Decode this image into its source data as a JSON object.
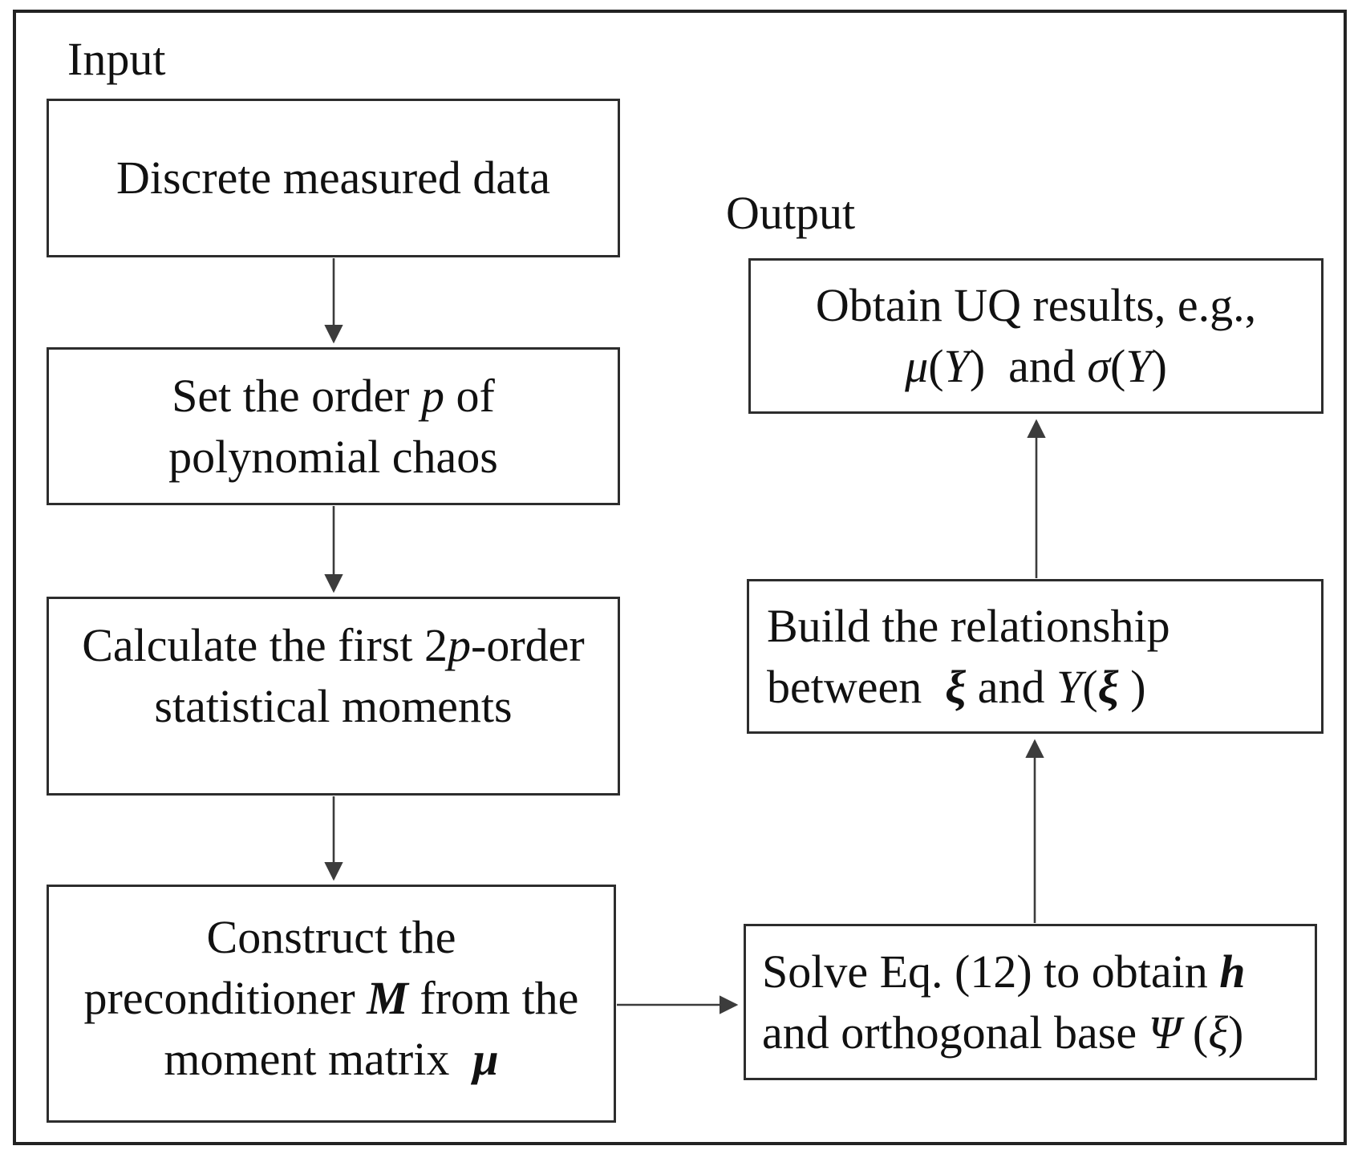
{
  "labels": {
    "input": "Input",
    "output": "Output"
  },
  "boxes": {
    "discrete": {
      "name": "discrete-measured-data",
      "lines": [
        [
          {
            "t": "Discrete measured data"
          }
        ]
      ]
    },
    "set_order": {
      "name": "set-order-of-polynomial-chaos",
      "lines": [
        [
          {
            "t": "Set the order "
          },
          {
            "t": "p",
            "i": true
          },
          {
            "t": " of"
          }
        ],
        [
          {
            "t": "polynomial chaos"
          }
        ]
      ]
    },
    "moments": {
      "name": "calculate-statistical-moments",
      "lines": [
        [
          {
            "t": "Calculate the first 2"
          },
          {
            "t": "p",
            "i": true
          },
          {
            "t": "-order"
          }
        ],
        [
          {
            "t": "statistical moments"
          }
        ]
      ]
    },
    "preconditioner": {
      "name": "construct-preconditioner",
      "lines": [
        [
          {
            "t": "Construct the"
          }
        ],
        [
          {
            "t": "preconditioner "
          },
          {
            "t": "M",
            "i": true,
            "b": true
          },
          {
            "t": " from the"
          }
        ],
        [
          {
            "t": "moment matrix  "
          },
          {
            "t": "μ",
            "i": true,
            "b": true
          }
        ]
      ]
    },
    "uq_results": {
      "name": "obtain-uq-results",
      "lines": [
        [
          {
            "t": "Obtain UQ results, e.g.,"
          }
        ],
        [
          {
            "t": "μ",
            "i": true
          },
          {
            "t": "("
          },
          {
            "t": "Y",
            "i": true
          },
          {
            "t": ")  and "
          },
          {
            "t": "σ",
            "i": true
          },
          {
            "t": "("
          },
          {
            "t": "Y",
            "i": true
          },
          {
            "t": ")"
          }
        ]
      ]
    },
    "relationship": {
      "name": "build-relationship",
      "lines": [
        [
          {
            "t": "Build the relationship"
          }
        ],
        [
          {
            "t": "between  "
          },
          {
            "t": "ξ",
            "i": true,
            "b": true
          },
          {
            "t": " and "
          },
          {
            "t": "Y",
            "i": true
          },
          {
            "t": "("
          },
          {
            "t": "ξ",
            "i": true,
            "b": true
          },
          {
            "t": " )"
          }
        ]
      ]
    },
    "solve": {
      "name": "solve-equation",
      "lines": [
        [
          {
            "t": "Solve Eq. (12) to obtain "
          },
          {
            "t": "h",
            "i": true,
            "b": true
          }
        ],
        [
          {
            "t": "and orthogonal base "
          },
          {
            "t": "Ψ",
            "i": true
          },
          {
            "t": " ("
          },
          {
            "t": "ξ",
            "i": true
          },
          {
            "t": ")"
          }
        ]
      ]
    }
  },
  "colors": {
    "background": "#ffffff",
    "frame_border": "#222222",
    "box_border": "#2d2d2d",
    "arrow": "#3c3c3c",
    "text": "#111111"
  }
}
